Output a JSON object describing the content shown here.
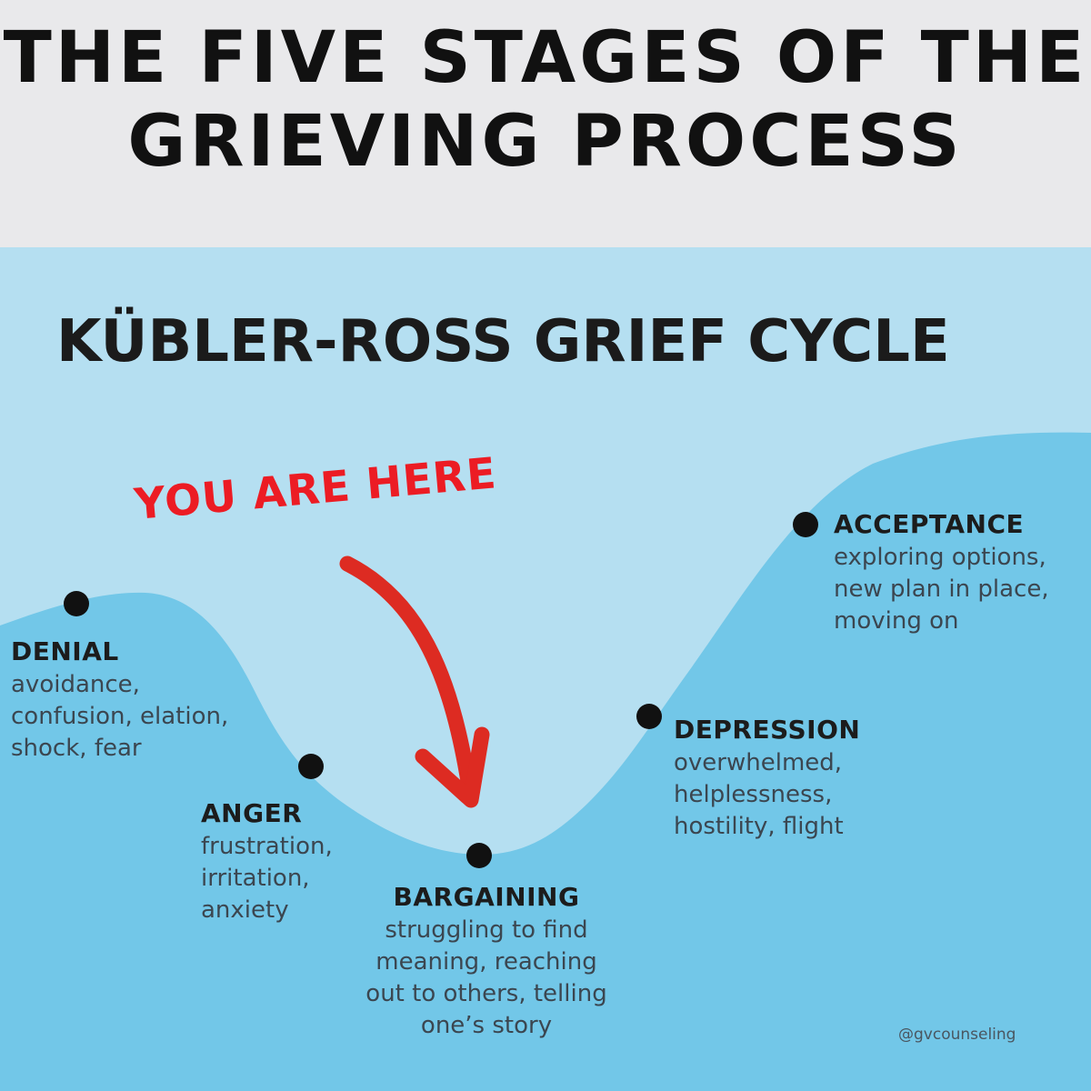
{
  "header": {
    "title_line1": "THE FIVE STAGES OF THE",
    "title_line2": "GRIEVING PROCESS"
  },
  "diagram": {
    "title": "KÜBLER-ROSS GRIEF CYCLE",
    "marker_label": "YOU ARE HERE",
    "stages": [
      {
        "name": "DENIAL",
        "desc": [
          "avoidance,",
          "confusion, elation,",
          "shock, fear"
        ]
      },
      {
        "name": "ANGER",
        "desc": [
          "frustration,",
          "irritation,",
          "anxiety"
        ]
      },
      {
        "name": "BARGAINING",
        "desc": [
          "struggling to find",
          "meaning, reaching",
          "out to others, telling",
          "one’s story"
        ]
      },
      {
        "name": "DEPRESSION",
        "desc": [
          "overwhelmed,",
          "helplessness,",
          "hostility, flight"
        ]
      },
      {
        "name": "ACCEPTANCE",
        "desc": [
          "exploring options,",
          "new plan in place,",
          "moving on"
        ]
      }
    ],
    "handle": "@gvcounseling"
  },
  "colors": {
    "header_bg": "#e9e9eb",
    "sky": "#b5dff1",
    "hill": "#72c7e8",
    "arrow": "#dd2b22",
    "marker_text": "#ec1c24",
    "dot": "#111111"
  }
}
